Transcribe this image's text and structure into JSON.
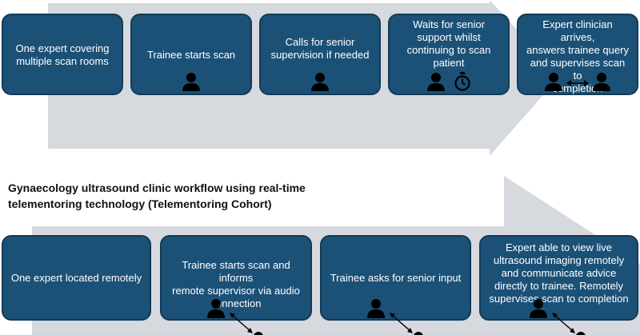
{
  "heading": "Gynaecology ultrasound clinic workflow using real-time\ntelementoring technology (Telementoring Cohort)",
  "top_row": [
    {
      "text": "One expert covering\nmultiple scan rooms",
      "icons": []
    },
    {
      "text": "Trainee starts scan",
      "icons": [
        "person-icon"
      ]
    },
    {
      "text": "Calls for senior\nsupervision if needed",
      "icons": [
        "person-icon"
      ]
    },
    {
      "text": "Waits for senior\nsupport whilst\ncontinuing to scan\npatient",
      "icons": [
        "person-icon",
        "stopwatch-icon"
      ]
    },
    {
      "text": "Expert clinician arrives,\nanswers trainee query\nand supervises scan to\ncompletion",
      "icons": [
        "person-icon",
        "double-arrow-icon",
        "person-icon"
      ]
    }
  ],
  "bottom_row": [
    {
      "text": "One expert located remotely",
      "icons": []
    },
    {
      "text": "Trainee starts scan and informs\nremote supervisor via audio\nconnection",
      "icons": [
        "person-icon",
        "diagonal-double-arrow-icon",
        "person-icon"
      ]
    },
    {
      "text": "Trainee asks for senior input",
      "icons": [
        "person-icon",
        "diagonal-double-arrow-icon",
        "person-icon"
      ]
    },
    {
      "text": "Expert able to view live\nultrasound imaging remotely\nand communicate advice\ndirectly to trainee. Remotely\nsupervises scan to completion",
      "icons": [
        "person-icon",
        "diagonal-double-arrow-icon",
        "person-icon"
      ]
    }
  ],
  "colors": {
    "box": "#1c5177",
    "box_border": "#123a57",
    "arrow": "#d6d9de",
    "icon": "#000000",
    "text": "#ffffff"
  }
}
